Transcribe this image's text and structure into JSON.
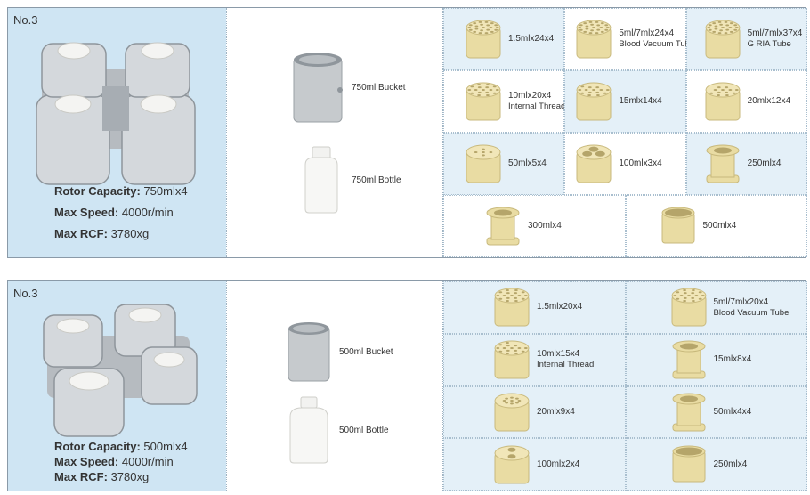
{
  "panels": [
    {
      "no": "No.3",
      "specs": [
        {
          "key": "Rotor Capacity:",
          "value": "750mlx4"
        },
        {
          "key": "Max Speed:",
          "value": "4000r/min"
        },
        {
          "key": "Max RCF:",
          "value": "3780xg"
        }
      ],
      "accessories": [
        {
          "label": "750ml Bucket",
          "icon": "bucket-icon"
        },
        {
          "label": "750ml Bottle",
          "icon": "bottle-icon"
        }
      ],
      "adapters": [
        {
          "label": "1.5mlx24x4",
          "sub": ""
        },
        {
          "label": "5ml/7mlx24x4",
          "sub": "Blood Vacuum Tube"
        },
        {
          "label": "5ml/7mlx37x4",
          "sub": "G RIA Tube"
        },
        {
          "label": "10mlx20x4",
          "sub": "Internal Thread"
        },
        {
          "label": "15mlx14x4",
          "sub": ""
        },
        {
          "label": "20mlx12x4",
          "sub": ""
        },
        {
          "label": "50mlx5x4",
          "sub": ""
        },
        {
          "label": "100mlx3x4",
          "sub": ""
        },
        {
          "label": "250mlx4",
          "sub": ""
        },
        {
          "label": "300mlx4",
          "sub": ""
        },
        {
          "label": "500mlx4",
          "sub": ""
        }
      ]
    },
    {
      "no": "No.3",
      "specs": [
        {
          "key": "Rotor Capacity:",
          "value": "500mlx4"
        },
        {
          "key": "Max Speed:",
          "value": "4000r/min"
        },
        {
          "key": "Max RCF:",
          "value": "3780xg"
        }
      ],
      "accessories": [
        {
          "label": "500ml Bucket",
          "icon": "bucket-icon"
        },
        {
          "label": "500ml Bottle",
          "icon": "bottle-icon"
        }
      ],
      "adapters": [
        {
          "label": "1.5mlx20x4",
          "sub": ""
        },
        {
          "label": "5ml/7mlx20x4",
          "sub": "Blood Vacuum Tube"
        },
        {
          "label": "10mlx15x4",
          "sub": "Internal Thread"
        },
        {
          "label": "15mlx8x4",
          "sub": ""
        },
        {
          "label": "20mlx9x4",
          "sub": ""
        },
        {
          "label": "50mlx4x4",
          "sub": ""
        },
        {
          "label": "100mlx2x4",
          "sub": ""
        },
        {
          "label": "250mlx4",
          "sub": ""
        }
      ]
    }
  ],
  "colors": {
    "rotor_bg": "#cfe5f3",
    "adapter": "#e9dca3",
    "adapter_hole": "#b5a56a",
    "steel": "#c9cdd1"
  }
}
